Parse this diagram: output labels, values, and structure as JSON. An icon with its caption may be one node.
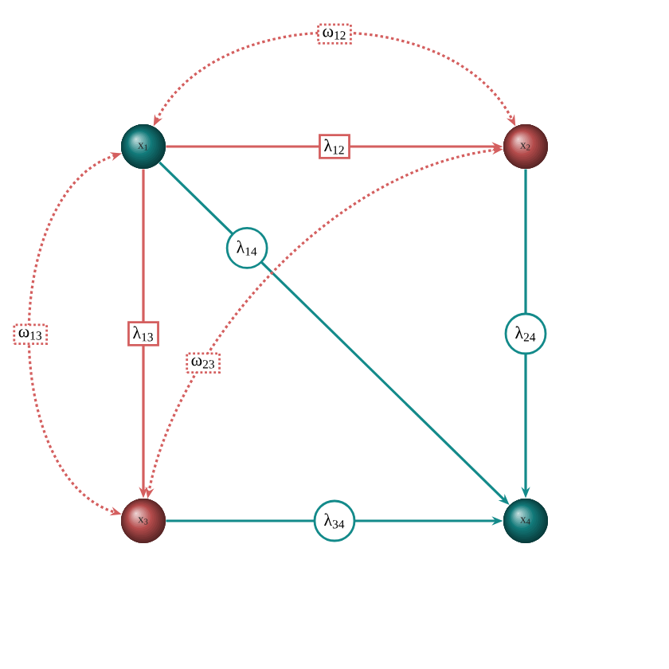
{
  "diagram": {
    "nodes": [
      {
        "text": [
          "x$_{1}$"
        ]
      },
      {
        "text": [
          "x$_{2}$"
        ]
      },
      {
        "text": [
          "x$_{3}$"
        ]
      },
      {
        "text": [
          "x$_{4}$"
        ]
      }
    ],
    "edges": [
      {
        "from": 0,
        "to": 1,
        "arrow": "to",
        "label": "λ$_{12}$"
      },
      {
        "from": 0,
        "to": 2,
        "arrow": "to",
        "label": "λ$_{13}$"
      },
      {
        "from": 0,
        "to": 3,
        "arrow": "to",
        "label": "λ$_{14}$",
        "color": "#138a8a"
      },
      {
        "from": 1,
        "to": 3,
        "arrow": "to",
        "label": "λ$_{24}$",
        "color": "#138a8a"
      },
      {
        "from": 2,
        "to": 3,
        "arrow": "to",
        "label": "λ$_{34}$",
        "color": "#138a8a"
      },
      {
        "from": 0,
        "to": 1,
        "arrow": "both",
        "label": "ω$_{12}$",
        "style": "dashed"
      },
      {
        "from": 0,
        "to": 2,
        "arrow": "both",
        "label": "ω$_{13}$",
        "style": "dashed"
      },
      {
        "from": 1,
        "to": 2,
        "arrow": "both",
        "label": "ω$_{23}$",
        "style": "dashed"
      }
    ]
  }
}
